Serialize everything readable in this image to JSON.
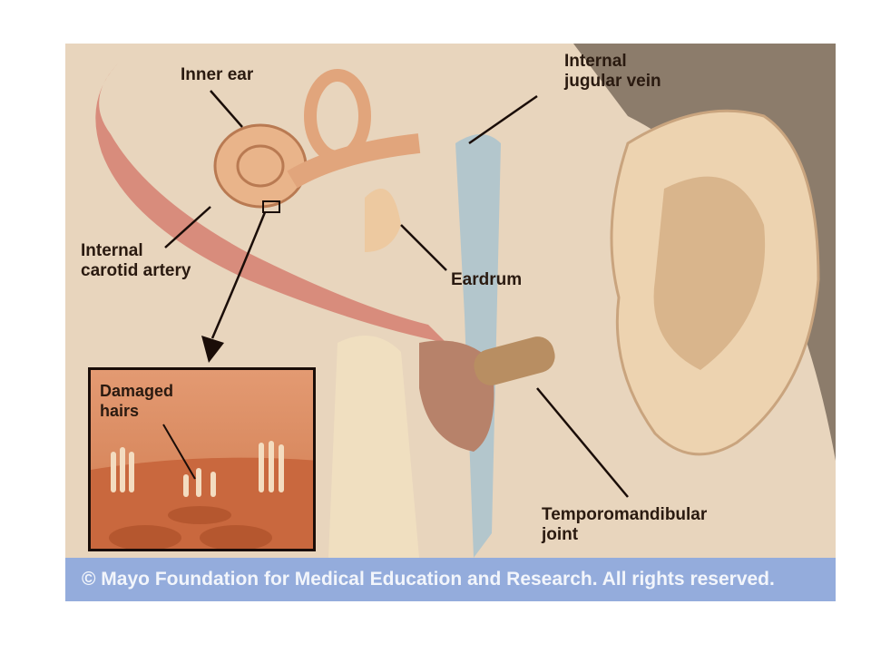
{
  "labels": {
    "inner_ear": "Inner ear",
    "internal_jugular_vein": "Internal\njugular vein",
    "internal_carotid_artery": "Internal\ncarotid artery",
    "eardrum": "Eardrum",
    "damaged_hairs": "Damaged\nhairs",
    "temporomandibular_joint": "Temporomandibular\njoint"
  },
  "footer": {
    "copyright": "© Mayo Foundation for Medical Education and Research.  All rights reserved."
  },
  "colors": {
    "background": "#e8d5bd",
    "footer": "#94acdc",
    "inset": "#e39a72",
    "artery": "#d88c7c",
    "vein": "#a9c3cf"
  }
}
